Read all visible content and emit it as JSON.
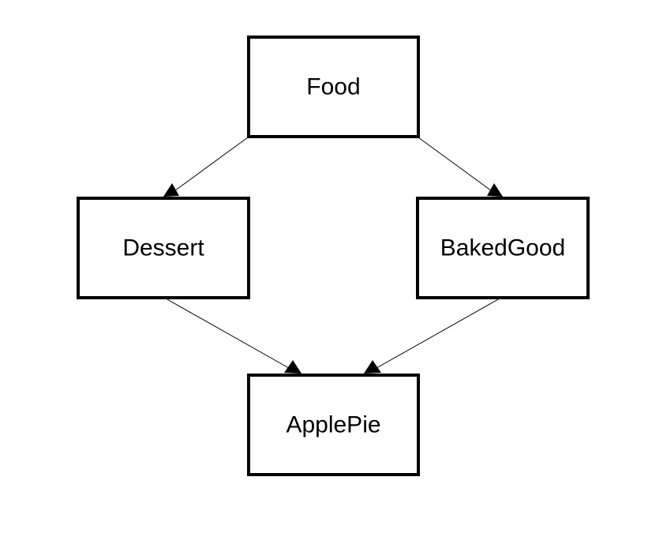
{
  "diagram": {
    "nodes": {
      "food": {
        "label": "Food"
      },
      "dessert": {
        "label": "Dessert"
      },
      "baked_good": {
        "label": "BakedGood"
      },
      "apple_pie": {
        "label": "ApplePie"
      }
    },
    "edges": [
      {
        "from": "food",
        "to": "dessert"
      },
      {
        "from": "food",
        "to": "baked_good"
      },
      {
        "from": "dessert",
        "to": "apple_pie"
      },
      {
        "from": "baked_good",
        "to": "apple_pie"
      }
    ],
    "colors": {
      "box_stroke": "#000000",
      "box_fill": "#ffffff",
      "edge": "#000000",
      "text": "#000000"
    }
  }
}
